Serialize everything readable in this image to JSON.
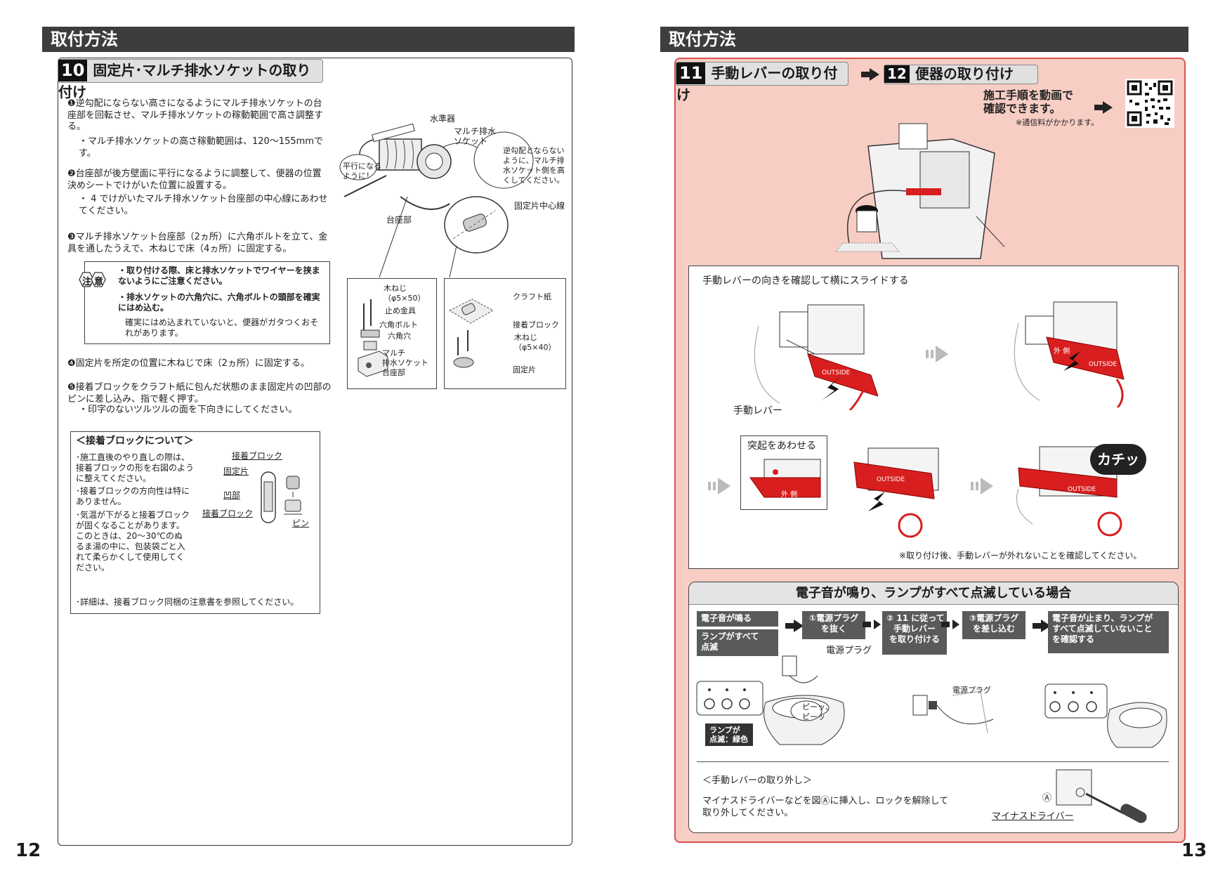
{
  "left": {
    "header": "取付方法",
    "step_num": "10",
    "step_title": "固定片･マルチ排水ソケットの取り付け",
    "instructions": [
      "❶逆勾配にならない高さになるようにマルチ排水ソケットの台座部を回転させ、マルチ排水ソケットの稼動範囲で高さ調整する。",
      "・マルチ排水ソケットの高さ稼動範囲は、120～155mmです。",
      "❷台座部が後方壁面に平行になるように調整して、便器の位置決めシートでけがいた位置に設置する。",
      "・ 4 でけがいたマルチ排水ソケット台座部の中心線にあわせてください。",
      "❸マルチ排水ソケット台座部（2ヵ所）に六角ボルトを立て、金具を通したうえで、木ねじで床（4ヵ所）に固定する。"
    ],
    "caution": {
      "label": [
        "注",
        "意"
      ],
      "lines": [
        "・取り付ける際、床と排水ソケットでワイヤーを挟まないようにご注意ください。",
        "・排水ソケットの六角穴に、六角ボルトの頭部を確実にはめ込む。",
        "確実にはめ込まれていないと、便器がガタつくおそれがあります。"
      ]
    },
    "instructions2": [
      "❹固定片を所定の位置に木ねじで床（2ヵ所）に固定する。",
      "❺接着ブロックをクラフト紙に包んだ状態のまま固定片の凹部のピンに差し込み、指で軽く押す。",
      "・印字のないツルツルの面を下向きにしてください。"
    ],
    "diagram_labels": {
      "level": "水準器",
      "socket": "マルチ排水\nソケット",
      "parallel": "平行になる\nように！",
      "slope_note": "逆勾配とならない\nように、マルチ排\n水ソケット側を高\nくしてください。",
      "center_line": "固定片中心線",
      "base": "台座部",
      "screw1": "木ねじ\n（φ5×50）",
      "bracket": "止め金具",
      "hexbolt": "六角ボルト",
      "hexhole": "六角穴",
      "socket_base": "マルチ\n排水ソケット\n台座部",
      "kraft": "クラフト紙",
      "adhesive": "接着ブロック",
      "screw2": "木ねじ\n（φ5×40）",
      "fixpiece": "固定片"
    },
    "block_box": {
      "title": "＜接着ブロックについて＞",
      "lines": [
        "･施工直後のやり直しの際は、接着ブロックの形を右図のように整えてください。",
        "･接着ブロックの方向性は特にありません。",
        "･気温が下がると接着ブロックが固くなることがあります。このときは、20～30℃のぬるま湯の中に、包装袋ごと入れて柔らかくして使用してください。"
      ],
      "footer": "･詳細は、接着ブロック同梱の注意書を参照してください。",
      "labels": {
        "adhesive_top": "接着ブロック",
        "fixpiece": "固定片",
        "recess": "凹部",
        "adhesive_left": "接着ブロック",
        "pin": "ピン"
      }
    },
    "page_number": "12"
  },
  "right": {
    "header": "取付方法",
    "step11_num": "11",
    "step11_title": "手動レバーの取り付け",
    "step12_num": "12",
    "step12_title": "便器の取り付け",
    "video_note": "施工手順を動画で\n確認できます。",
    "fee_note": "※通信料がかかります。",
    "slide_title": "手動レバーの向きを確認して横にスライドする",
    "lever_label": "手動レバー",
    "align_label": "突起をあわせる",
    "click_label": "カチッ",
    "after_note": "※取り付け後、手動レバーが外れないことを確認してください。",
    "lever_marks": [
      "外 側",
      "OUTSIDE"
    ],
    "beep_title": "電子音が鳴り、ランプがすべて点滅している場合",
    "flow": {
      "cond1": "電子音が鳴る",
      "cond2": "ランプがすべて\n点滅",
      "step1": "①電源プラグ\nを抜く",
      "step2": "② 11 に従って\n手動レバー\nを取り付ける",
      "step3": "③電源プラグ\nを差し込む",
      "result": "電子音が止まり、ランプが\nすべて点滅していないこと\nを確認する"
    },
    "plug_label": "電源プラグ",
    "plug_label2": "電源プラグ",
    "beep_sound": "ピーッ、\nピーッ",
    "lamp_blink": "ランプが\n点滅：緑色",
    "removal_title": "＜手動レバーの取り外し＞",
    "removal_text": "マイナスドライバーなどを図Ⓐに挿入し、ロックを解除して\n取り外してください。",
    "point_a": "Ⓐ",
    "screwdriver": "マイナスドライバー",
    "page_number": "13"
  },
  "colors": {
    "header_bg": "#3d3d3d",
    "pink_panel": "#f7cdc4",
    "pink_border": "#d9534f",
    "lever_red": "#d81e1e"
  }
}
